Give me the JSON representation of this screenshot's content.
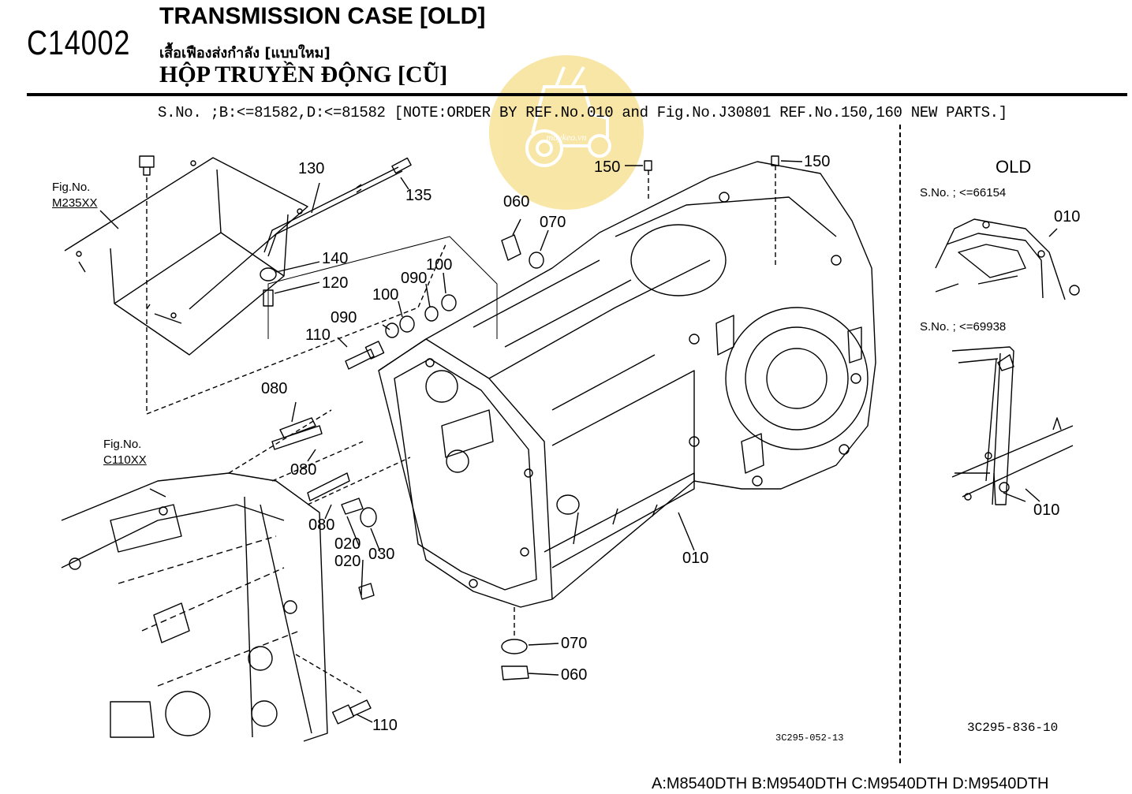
{
  "header": {
    "code": "C14002",
    "title_en": "TRANSMISSION CASE [OLD]",
    "title_th": "เสื้อเฟืองส่งกำลัง [แบบใหม]",
    "title_vi": "HỘP TRUYỀN ĐỘNG [CŨ]",
    "serial_note": "S.No. ;B:<=81582,D:<=81582  [NOTE:ORDER BY REF.No.010 and Fig.No.J30801 REF.No.150,160 NEW PARTS.]"
  },
  "watermark": {
    "text": "maykeo.vn",
    "color": "#f4d97a"
  },
  "diagram": {
    "fig_refs": [
      {
        "line1": "Fig.No.",
        "line2": "M235XX"
      },
      {
        "line1": "Fig.No.",
        "line2": "C110XX"
      }
    ],
    "callouts": {
      "c130": "130",
      "c135": "135",
      "c140": "140",
      "c120": "120",
      "c150a": "150",
      "c150b": "150",
      "c060a": "060",
      "c070a": "070",
      "c100a": "100",
      "c100b": "100",
      "c090a": "090",
      "c090b": "090",
      "c110a": "110",
      "c080a": "080",
      "c080b": "080",
      "c080c": "080",
      "c020a": "020",
      "c020b": "020",
      "c030": "030",
      "c010": "010",
      "c070b": "070",
      "c060b": "060",
      "c110b": "110"
    },
    "drawing_code": "3C295-052-13"
  },
  "old_panel": {
    "title": "OLD",
    "serial1": "S.No. ; <=66154",
    "callout1": "010",
    "serial2": "S.No. ; <=69938",
    "callout2": "010",
    "drawing_code": "3C295-836-10"
  },
  "footer": {
    "models": "A:M8540DTH B:M9540DTH C:M9540DTH D:M9540DTH"
  }
}
